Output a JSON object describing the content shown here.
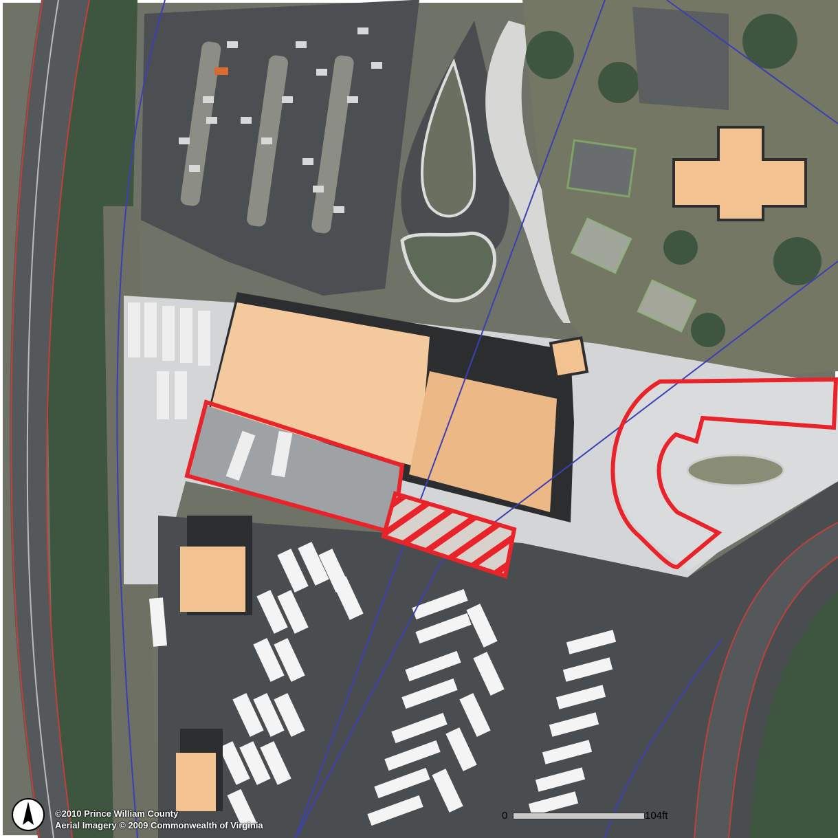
{
  "credits": {
    "line1": "©2010 Prince William County",
    "line2": "Aerial Imagery © 2009 Commonwealth of Virginia"
  },
  "scale": {
    "zero_label": "0",
    "end_label": "104ft"
  },
  "colors": {
    "highlight_red": "#e8242a",
    "parcel_line_blue": "#3b3fb5",
    "road_line_red": "#c0403a",
    "roof_tan": "#f2c290",
    "asphalt": "#4a4d50",
    "concrete": "#d9dbdc",
    "trees": "#3f5740",
    "grass": "#7d7f68"
  },
  "icons": {
    "north_arrow": "north-arrow-icon"
  }
}
